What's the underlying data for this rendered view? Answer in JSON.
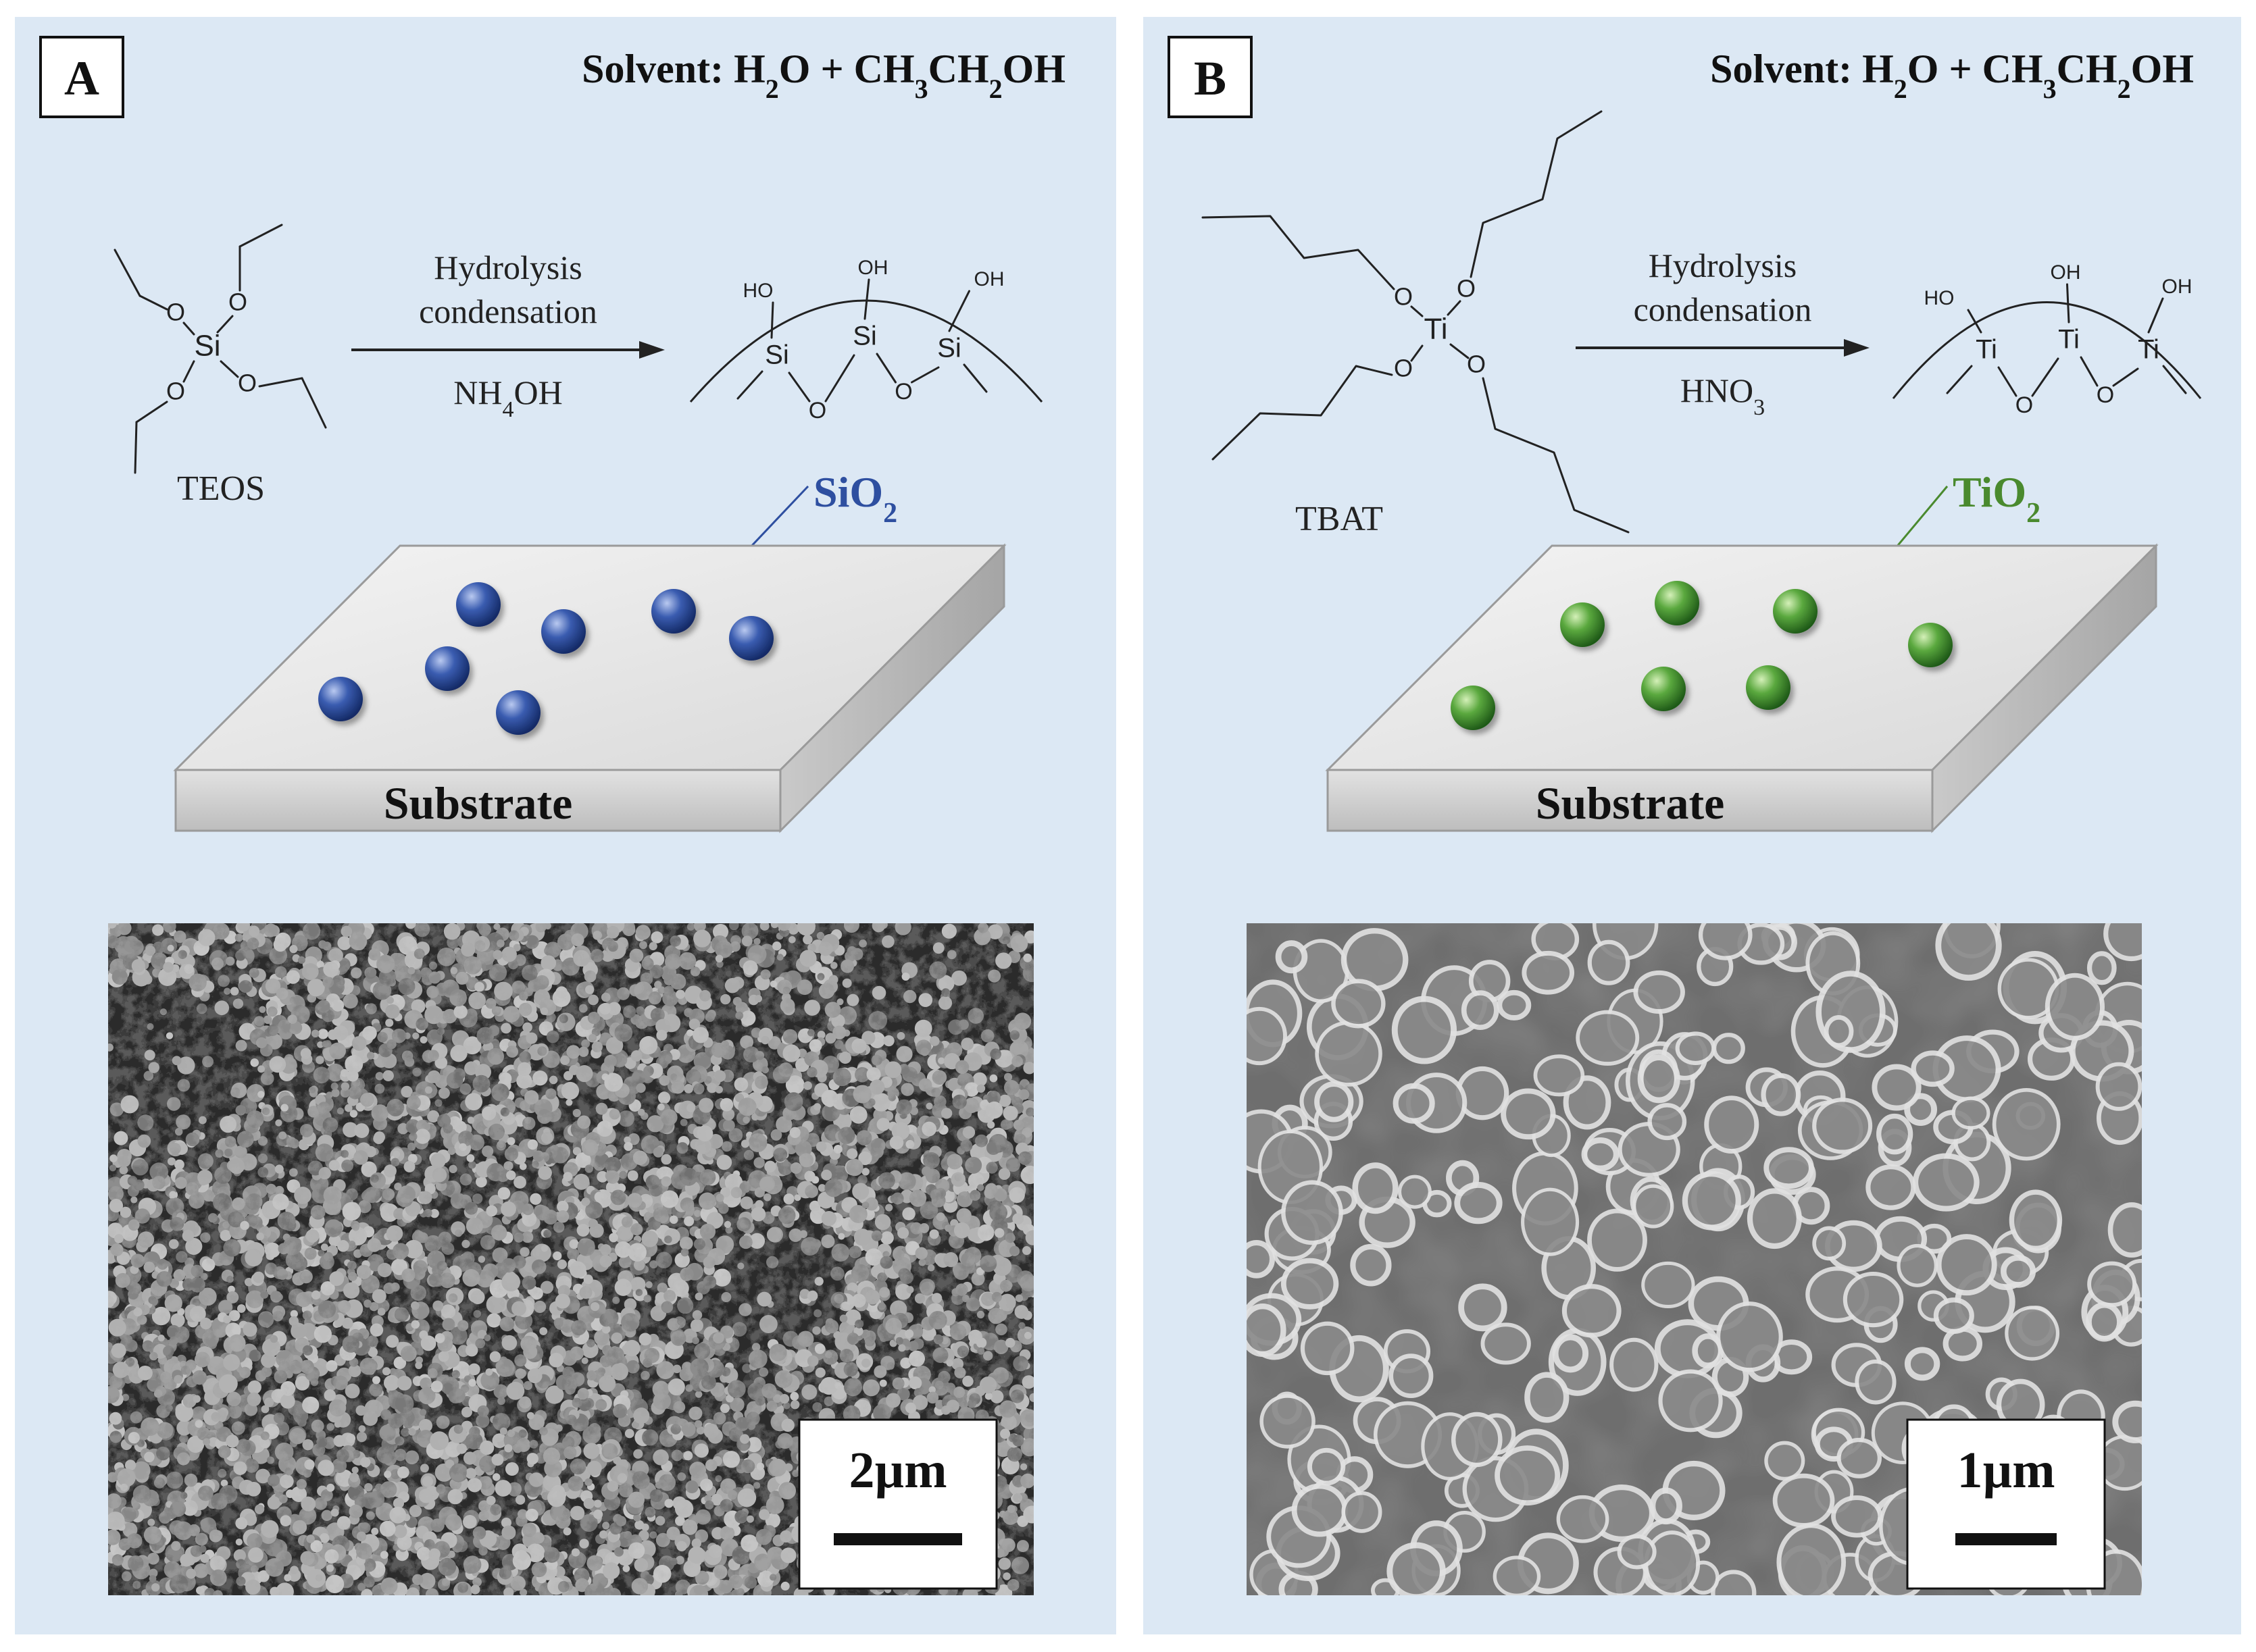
{
  "panels": [
    {
      "letter": "A",
      "solvent": {
        "label": "Solvent:",
        "s1": "H",
        "s2": "2",
        "s3": "O + CH",
        "s4": "3",
        "s5": "CH",
        "s6": "2",
        "s7": "OH"
      },
      "precursor_name": "TEOS",
      "center_atom": "Si",
      "oxygen": "O",
      "hydroxyl": "HO",
      "hydroxyl_r": "OH",
      "arrow_top1": "Hydrolysis",
      "arrow_top2": "condensation",
      "catalyst": {
        "a": "NH",
        "b": "4",
        "c": "OH"
      },
      "product": {
        "base": "SiO",
        "sub": "2"
      },
      "particle_color": "#2e4e9c",
      "label_color": "#2e4fa0",
      "substrate_label": "Substrate",
      "scale_bar": "2µm"
    },
    {
      "letter": "B",
      "solvent": {
        "label": "Solvent:",
        "s1": "H",
        "s2": "2",
        "s3": "O + CH",
        "s4": "3",
        "s5": "CH",
        "s6": "2",
        "s7": "OH"
      },
      "precursor_name": "TBAT",
      "center_atom": "Ti",
      "oxygen": "O",
      "hydroxyl": "HO",
      "hydroxyl_r": "OH",
      "arrow_top1": "Hydrolysis",
      "arrow_top2": "condensation",
      "catalyst": {
        "a": "HNO",
        "b": "3",
        "c": ""
      },
      "product": {
        "base": "TiO",
        "sub": "2"
      },
      "particle_color": "#4f9a3a",
      "label_color": "#4a8a2e",
      "substrate_label": "Substrate",
      "scale_bar": "1µm"
    }
  ]
}
